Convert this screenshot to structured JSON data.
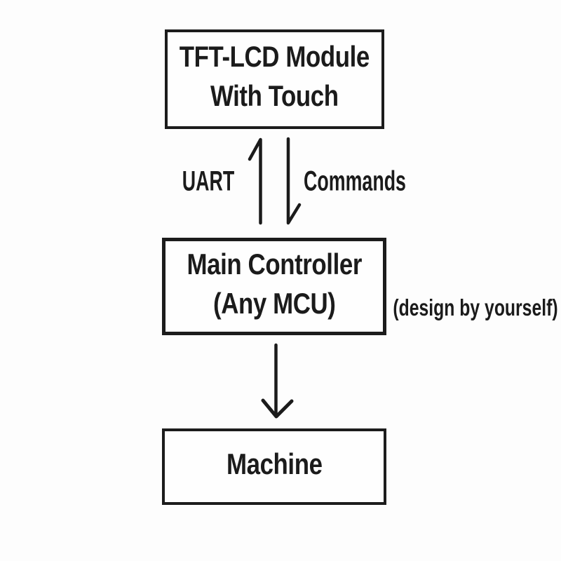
{
  "page": {
    "background": "#fdfdfd",
    "ink_color": "#1b1b1b"
  },
  "diagram": {
    "type": "flowchart",
    "nodes": [
      {
        "id": "tft-lcd-module",
        "lines": [
          "TFT-LCD Module",
          "With Touch"
        ]
      },
      {
        "id": "main-controller",
        "lines": [
          "Main Controller",
          "(Any MCU)"
        ]
      },
      {
        "id": "machine",
        "lines": [
          "Machine"
        ]
      }
    ],
    "edges": [
      {
        "from": "main-controller",
        "to": "tft-lcd-module",
        "label": "UART",
        "style": "half-arrow-up"
      },
      {
        "from": "tft-lcd-module",
        "to": "main-controller",
        "label": "Commands",
        "style": "half-arrow-down"
      },
      {
        "from": "main-controller",
        "to": "machine",
        "label": "",
        "style": "arrow-down"
      }
    ],
    "annotation": {
      "text": "(design by yourself)",
      "target": "main-controller"
    }
  }
}
